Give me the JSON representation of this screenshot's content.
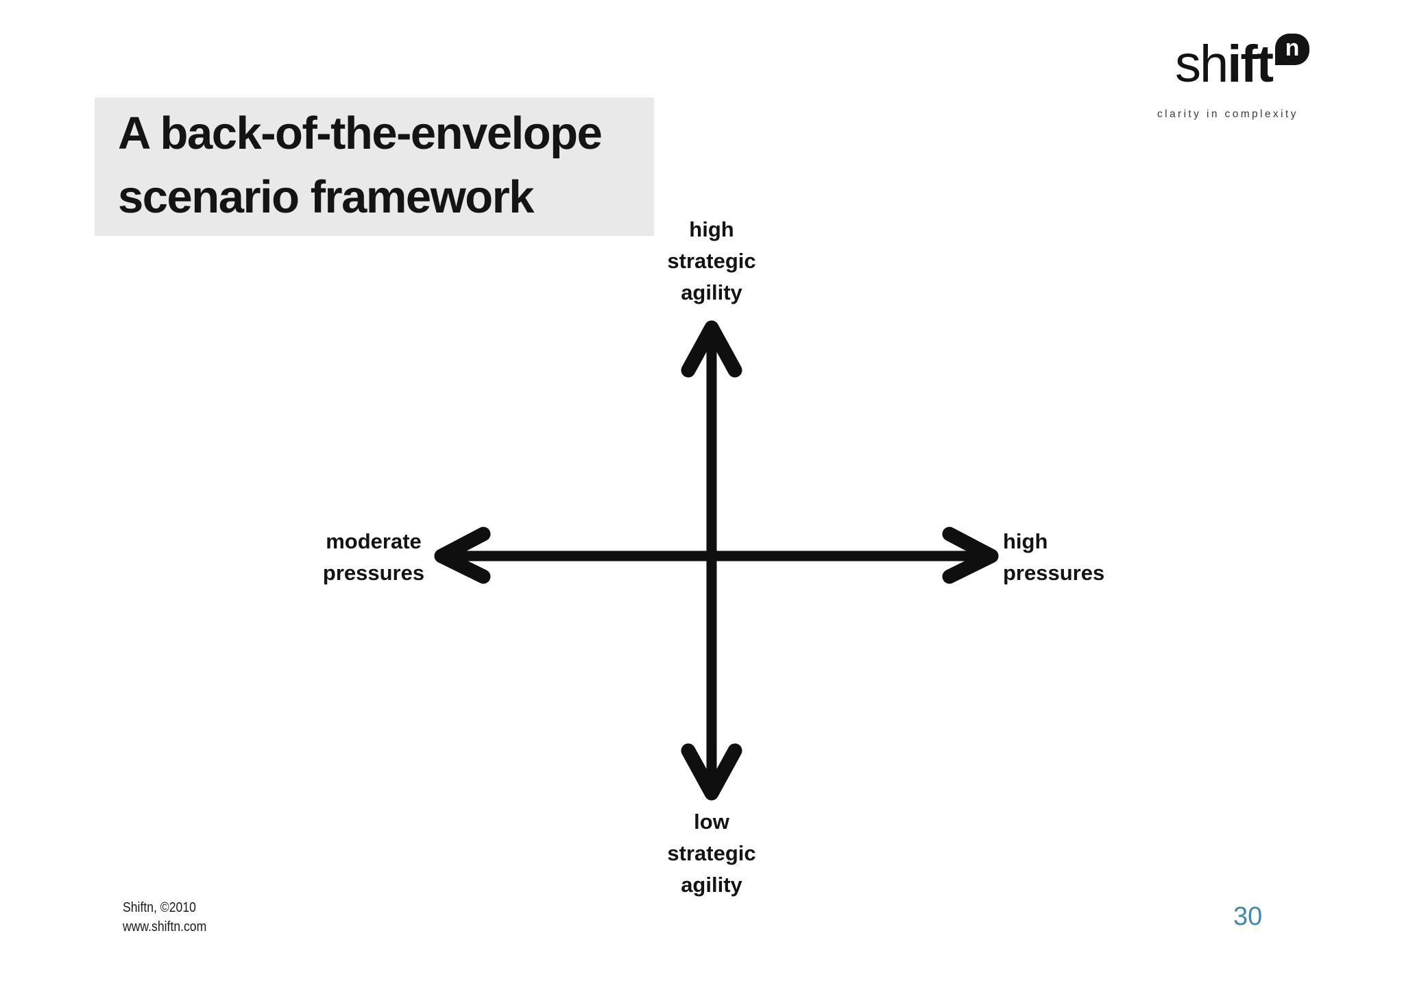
{
  "title": {
    "line1": "A back-of-the-envelope",
    "line2": "scenario framework"
  },
  "logo": {
    "brand_light": "sh",
    "brand_bold": "ift",
    "badge_letter": "n",
    "tagline": "clarity in complexity"
  },
  "diagram": {
    "type": "two-axis scenario framework",
    "top_label": {
      "line1": "high",
      "line2": "strategic",
      "line3": "agility"
    },
    "bottom_label": {
      "line1": "low",
      "line2": "strategic",
      "line3": "agility"
    },
    "left_label": {
      "line1": "moderate",
      "line2": "pressures"
    },
    "right_label": {
      "line1": "high",
      "line2": "pressures"
    }
  },
  "footer": {
    "credit": "Shiftn, ©2010",
    "website": "www.shiftn.com"
  },
  "page": {
    "number": "30"
  },
  "colors": {
    "page_number_blue": "#4189ad",
    "title_box_bg": "#e9e9e9",
    "ink": "#131313"
  }
}
